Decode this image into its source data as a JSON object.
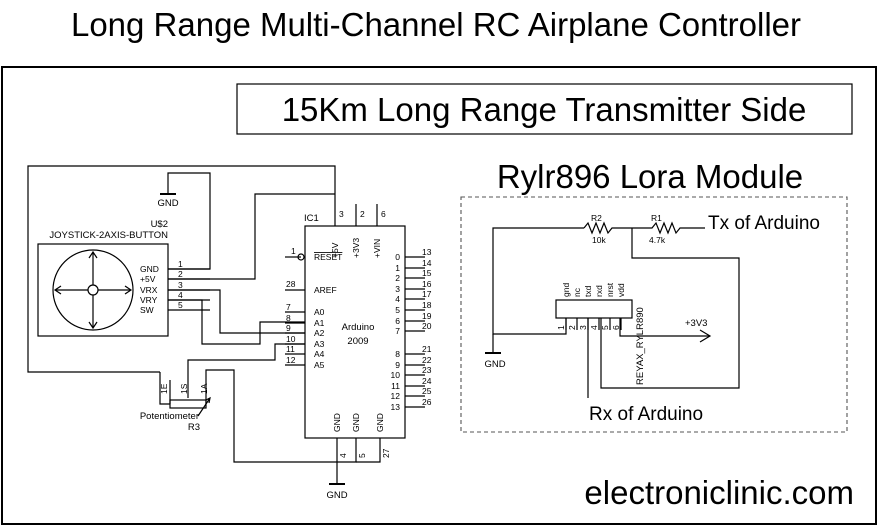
{
  "title": "Long Range Multi-Channel RC Airplane Controller",
  "subtitle": "15Km Long Range Transmitter Side",
  "lora_title": "Rylr896 Lora Module",
  "footer": "electroniclinic.com",
  "gnd_label": "GND",
  "joystick": {
    "ref": "U$2",
    "name": "JOYSTICK-2AXIS-BUTTON",
    "pins": [
      "GND",
      "+5V",
      "VRX",
      "VRY",
      "SW"
    ],
    "pin_numbers": [
      "1",
      "2",
      "3",
      "4",
      "5"
    ]
  },
  "arduino": {
    "ref": "IC1",
    "name_line1": "Arduino",
    "name_line2": "2009",
    "top_pins": [
      "+5V",
      "+3V3",
      "+VIN"
    ],
    "top_pin_numbers": [
      "3",
      "2",
      "6"
    ],
    "reset_label": "RESET",
    "reset_pin": "1",
    "aref_label": "AREF",
    "aref_pin": "28",
    "analog_labels": [
      "A0",
      "A1",
      "A2",
      "A3",
      "A4",
      "A5"
    ],
    "analog_pins": [
      "7",
      "8",
      "9",
      "10",
      "11",
      "12"
    ],
    "digital_labels": [
      "0",
      "1",
      "2",
      "3",
      "4",
      "5",
      "6",
      "7",
      "8",
      "9",
      "10",
      "11",
      "12",
      "13"
    ],
    "digital_pins": [
      "13",
      "14",
      "15",
      "16",
      "17",
      "18",
      "19",
      "20",
      "21",
      "22",
      "23",
      "24",
      "25",
      "26"
    ],
    "gnd_pins": [
      "GND",
      "GND",
      "GND"
    ],
    "gnd_pin_numbers": [
      "4",
      "5",
      "27"
    ]
  },
  "potentiometer": {
    "ref": "R3",
    "name": "Potentiometer",
    "pin_labels": [
      "1E",
      "1S",
      "1A"
    ]
  },
  "lora": {
    "part": "REYAX_RYLR890",
    "pins": [
      "gnd",
      "nc",
      "txd",
      "rxd",
      "nrst",
      "vdd"
    ],
    "pin_numbers": [
      "1",
      "2",
      "3",
      "4",
      "5",
      "6"
    ],
    "supply": "+3V3"
  },
  "resistors": [
    {
      "ref": "R2",
      "value": "10k"
    },
    {
      "ref": "R1",
      "value": "4.7k"
    }
  ],
  "tx_label": "Tx of Arduino",
  "rx_label": "Rx of Arduino"
}
